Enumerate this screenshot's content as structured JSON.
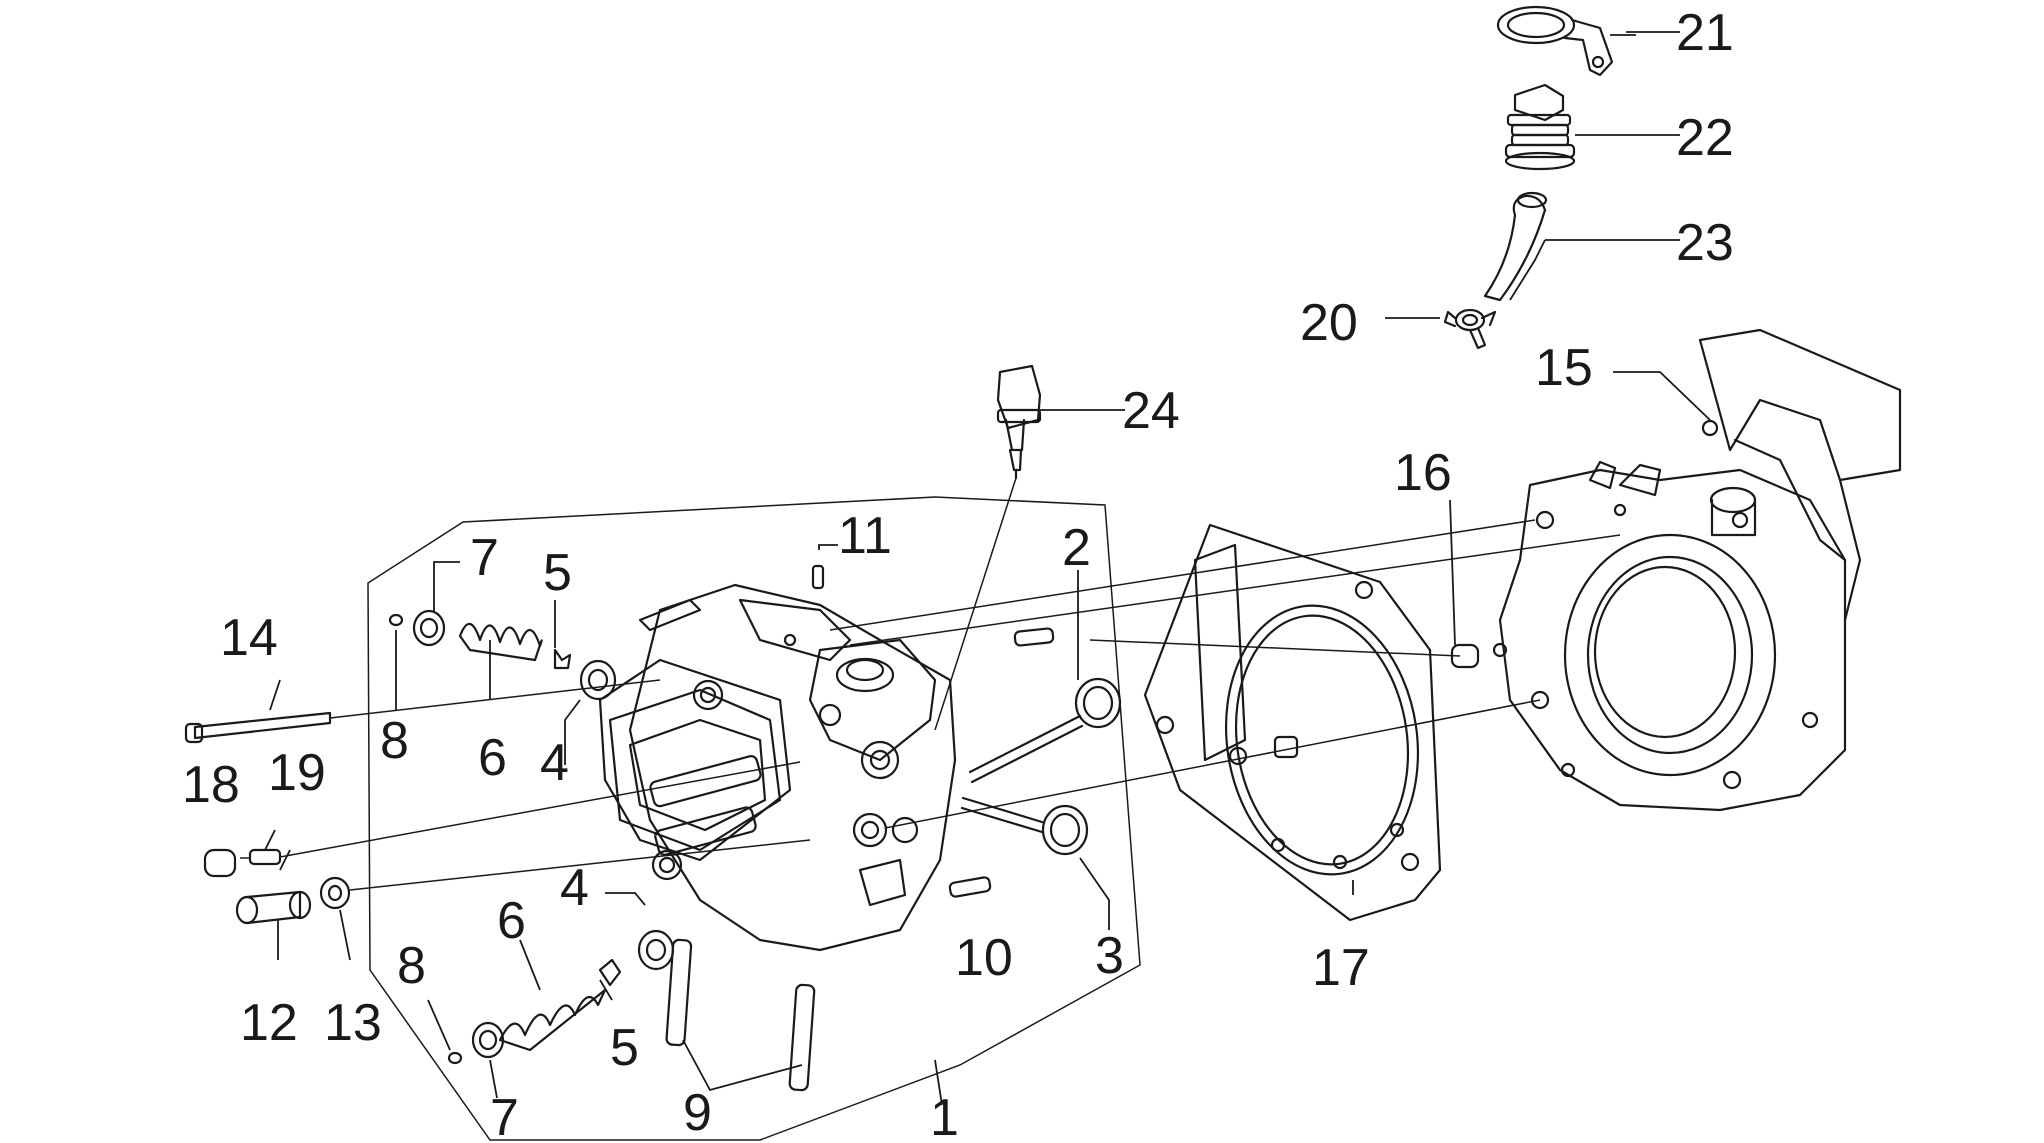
{
  "diagram": {
    "type": "exploded-parts-view",
    "callouts": [
      {
        "id": "c1",
        "text": "1"
      },
      {
        "id": "c2",
        "text": "2"
      },
      {
        "id": "c3",
        "text": "3"
      },
      {
        "id": "c4a",
        "text": "4"
      },
      {
        "id": "c4b",
        "text": "4"
      },
      {
        "id": "c5a",
        "text": "5"
      },
      {
        "id": "c5b",
        "text": "5"
      },
      {
        "id": "c6a",
        "text": "6"
      },
      {
        "id": "c6b",
        "text": "6"
      },
      {
        "id": "c7a",
        "text": "7"
      },
      {
        "id": "c7b",
        "text": "7"
      },
      {
        "id": "c8a",
        "text": "8"
      },
      {
        "id": "c8b",
        "text": "8"
      },
      {
        "id": "c9",
        "text": "9"
      },
      {
        "id": "c10",
        "text": "10"
      },
      {
        "id": "c11",
        "text": "11"
      },
      {
        "id": "c12",
        "text": "12"
      },
      {
        "id": "c13",
        "text": "13"
      },
      {
        "id": "c14",
        "text": "14"
      },
      {
        "id": "c15",
        "text": "15"
      },
      {
        "id": "c16",
        "text": "16"
      },
      {
        "id": "c17",
        "text": "17"
      },
      {
        "id": "c18",
        "text": "18"
      },
      {
        "id": "c19",
        "text": "19"
      },
      {
        "id": "c20",
        "text": "20"
      },
      {
        "id": "c21",
        "text": "21"
      },
      {
        "id": "c22",
        "text": "22"
      },
      {
        "id": "c23",
        "text": "23"
      },
      {
        "id": "c24",
        "text": "24"
      }
    ]
  }
}
